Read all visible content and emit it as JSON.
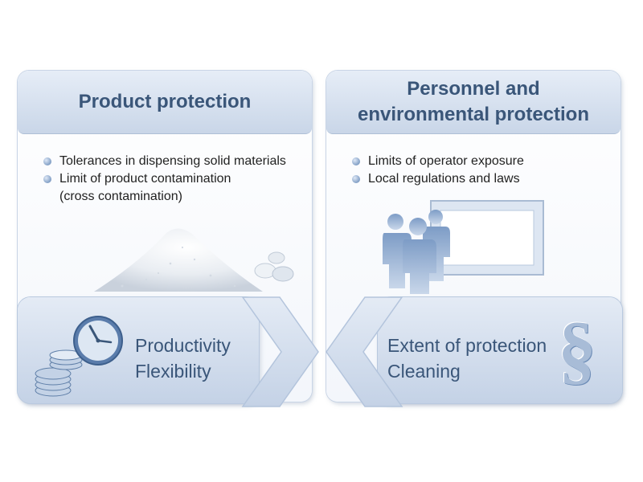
{
  "left": {
    "title": "Product protection",
    "bullets": [
      "Tolerances in dispensing solid materials",
      "Limit of product contamination\n(cross contamination)"
    ],
    "bottom": [
      "Productivity",
      "Flexibility"
    ]
  },
  "right": {
    "title_line1": "Personnel and",
    "title_line2": "environmental protection",
    "bullets": [
      "Limits of operator exposure",
      "Local regulations and laws"
    ],
    "bottom": [
      "Extent of protection",
      "Cleaning"
    ],
    "section_symbol": "§"
  },
  "colors": {
    "accent": "#3a5679",
    "band": "#c9d6e8",
    "bullet": "#5a7fb0"
  },
  "icons": [
    "powder-pile-icon",
    "tablets-icon",
    "people-group-icon",
    "presentation-board-icon",
    "clock-icon",
    "coin-stack-icon",
    "chevron-right-icon",
    "chevron-left-icon"
  ]
}
